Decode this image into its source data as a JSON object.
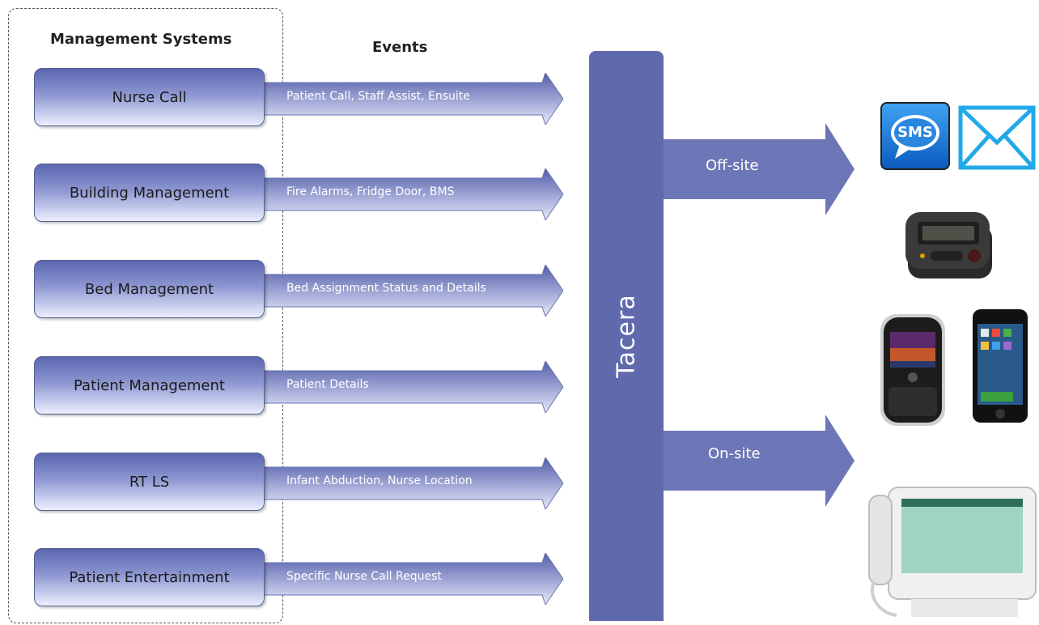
{
  "header": {
    "systems_title": "Management Systems",
    "events_title": "Events"
  },
  "systems": [
    {
      "label": "Nurse Call",
      "event": "Patient Call, Staff Assist, Ensuite"
    },
    {
      "label": "Building Management",
      "event": "Fire Alarms, Fridge Door, BMS"
    },
    {
      "label": "Bed Management",
      "event": "Bed Assignment Status and Details"
    },
    {
      "label": "Patient Management",
      "event": "Patient Details"
    },
    {
      "label": "RT LS",
      "event": "Infant Abduction, Nurse Location"
    },
    {
      "label": "Patient Entertainment",
      "event": "Specific Nurse Call Request"
    }
  ],
  "hub": {
    "label": "Tacera"
  },
  "outputs": [
    {
      "label": "Off-site"
    },
    {
      "label": "On-site"
    }
  ],
  "devices": {
    "sms_text": "SMS",
    "icons": [
      "sms-icon",
      "email-icon",
      "pager-icon",
      "blackberry-phone-icon",
      "iphone-icon",
      "bedside-terminal-icon"
    ]
  },
  "colors": {
    "hub": "#6169ad",
    "arrow": "#6d76b6",
    "system_box_top": "#5b66b0",
    "system_box_bottom": "#ecefff",
    "sms_blue": "#1f7fd8",
    "email_blue": "#21a9e8"
  }
}
